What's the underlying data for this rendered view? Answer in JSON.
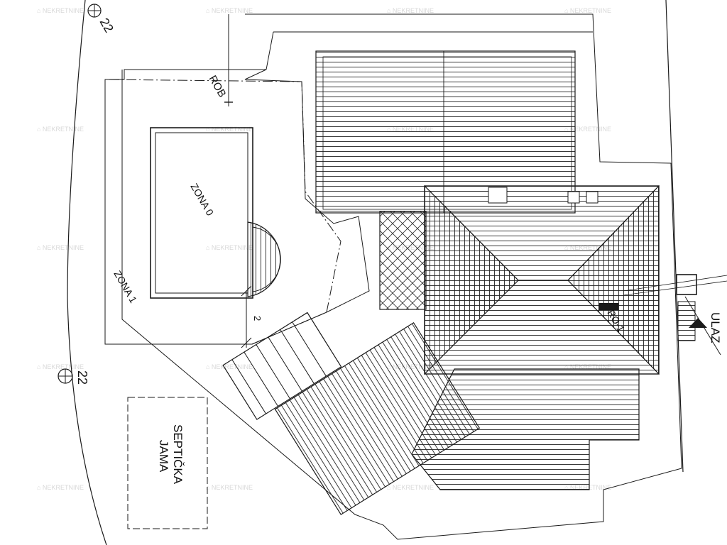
{
  "labels": {
    "rob": "ROB",
    "zona0": "ZONA 0",
    "zona1": "ZONA 1",
    "septicka_line1": "SEPTIČKA",
    "septicka_line2": "JAMA",
    "ro1": "RO-1",
    "ulaz": "ULAZ",
    "dim2": "2",
    "elev_top": "22",
    "elev_left": "22"
  },
  "colors": {
    "line": "#1a1a1a",
    "watermark": "#b9b9b9"
  }
}
